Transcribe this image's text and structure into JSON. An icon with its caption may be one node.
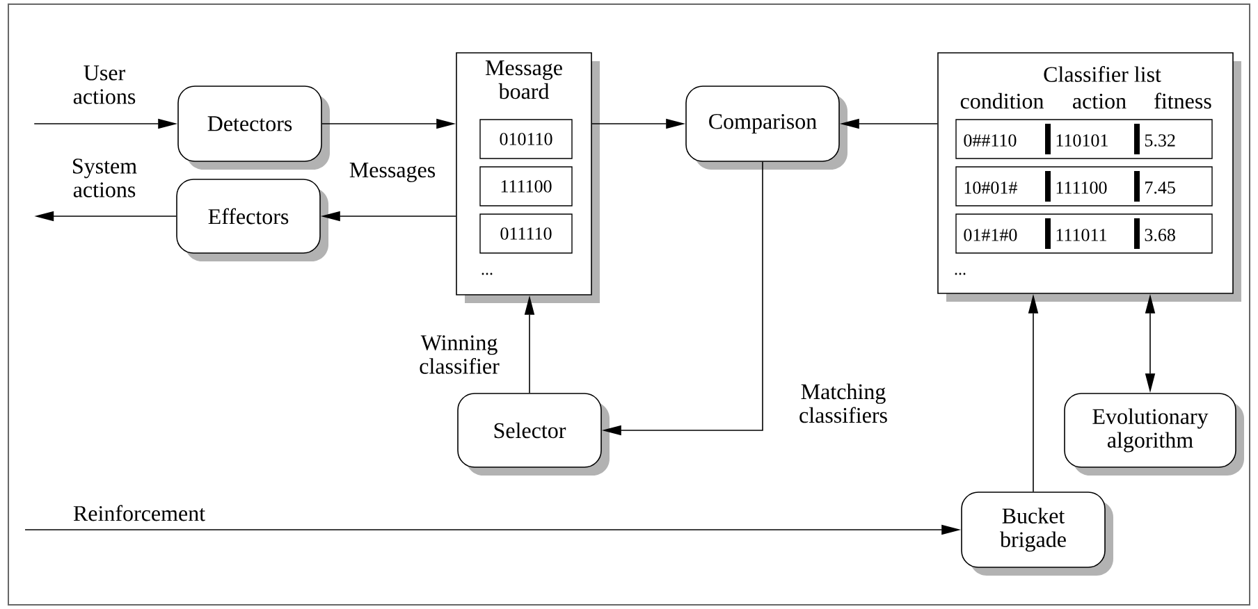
{
  "diagram": {
    "nodes": [
      {
        "text": [
          "Message board"
        ]
      },
      {
        "text": [
          "010110"
        ],
        "in": 0
      },
      {
        "text": [
          "111100"
        ],
        "in": 0
      },
      {
        "text": [
          "011110"
        ],
        "in": 0
      },
      {
        "text": [
          "Detectors"
        ]
      },
      {
        "text": [
          "Effectors"
        ]
      },
      {
        "text": [
          "Comparison"
        ]
      },
      {
        "text": [
          "Classifier list",
          "condition",
          "action",
          "fitness"
        ]
      },
      {
        "text": [
          "0##110",
          "110101",
          "5.32"
        ],
        "in": 7
      },
      {
        "text": [
          "10#01#",
          "111100",
          "7.45"
        ],
        "in": 7
      },
      {
        "text": [
          "01#1#0",
          "111011",
          "3.68"
        ],
        "in": 7
      },
      {
        "text": [
          "Selector"
        ]
      },
      {
        "text": [
          "Evolutionary algorithm"
        ]
      },
      {
        "text": [
          "Bucket brigade"
        ]
      }
    ],
    "edges": [
      {
        "from": null,
        "to": 4,
        "arrow": "to",
        "label": "User actions"
      },
      {
        "from": 4,
        "to": 0,
        "arrow": "to"
      },
      {
        "from": 0,
        "to": 6,
        "arrow": "to"
      },
      {
        "from": 7,
        "to": 6,
        "arrow": "to"
      },
      {
        "from": 0,
        "to": 5,
        "arrow": "to",
        "label": "Messages"
      },
      {
        "from": 5,
        "to": null,
        "arrow": "to",
        "label": "System actions"
      },
      {
        "from": 6,
        "to": 11,
        "arrow": "to",
        "label": "Matching classifiers"
      },
      {
        "from": 11,
        "to": 0,
        "arrow": "to",
        "label": "Winning classifier"
      },
      {
        "from": null,
        "to": 13,
        "arrow": "to",
        "label": "Reinforcement"
      },
      {
        "from": 13,
        "to": 7,
        "arrow": "to"
      },
      {
        "from": 12,
        "to": 7,
        "arrow": "both"
      }
    ],
    "labels": [
      "...",
      "..."
    ]
  }
}
